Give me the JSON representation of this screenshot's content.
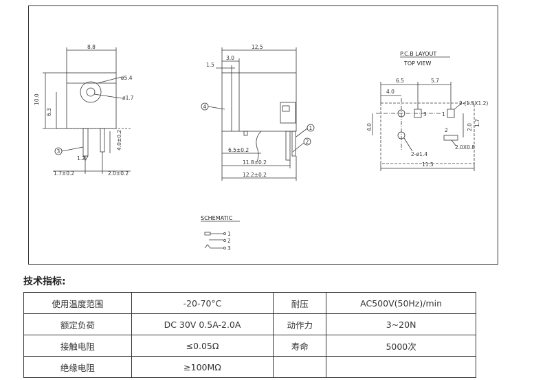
{
  "drawing": {
    "front_view": {
      "width_dim": "8.8",
      "height_dim": "10.0",
      "inner_height_dim": "6.3",
      "outer_dia": "ø5.4",
      "pin_dia": "ø1.7",
      "pin_length": "4.0±0.2",
      "pin_width": "1.2",
      "offset_left": "1.7±0.2",
      "offset_right": "2.0±0.2",
      "pin_callout": "3"
    },
    "side_view": {
      "total_dim": "12.5",
      "dim_3": "3.0",
      "dim_1_5": "1.5",
      "dim_6_5": "6.5±0.2",
      "dim_11_8": "11.8±0.2",
      "dim_12_2": "12.2±0.2",
      "callout_1": "1",
      "callout_2": "2",
      "callout_4": "4"
    },
    "pcb_layout": {
      "title": "P.C.B LAYOUT",
      "subtitle": "TOP VIEW",
      "dim_6_5": "6.5",
      "dim_5_7": "5.7",
      "dim_4_0_top": "4.0",
      "dim_4_0_side": "4.0",
      "dim_2_0": "2.0",
      "dim_1_7": "1.7",
      "dim_11_5": "11.5",
      "slot_note": "2-(1.5X1.2)",
      "hole_note": "2-ø1.4",
      "pad_note": "2.0X0.8",
      "pad_1": "1",
      "pad_2": "2",
      "pad_3": "3"
    },
    "schematic": {
      "title": "SCHEMATIC",
      "pin_1": "1",
      "pin_2": "2",
      "pin_3": "3"
    }
  },
  "specs": {
    "heading": "技术指标:",
    "rows": [
      {
        "label1": "使用温度范围",
        "value1": "-20-70°C",
        "label2": "耐压",
        "value2": "AC500V(50Hz)/min"
      },
      {
        "label1": "额定负荷",
        "value1": "DC 30V 0.5A-2.0A",
        "label2": "动作力",
        "value2": "3~20N"
      },
      {
        "label1": "接触电阻",
        "value1": "≤0.05Ω",
        "label2": "寿命",
        "value2": "5000次"
      },
      {
        "label1": "绝缘电阻",
        "value1": "≥100MΩ",
        "label2": "",
        "value2": ""
      }
    ]
  }
}
